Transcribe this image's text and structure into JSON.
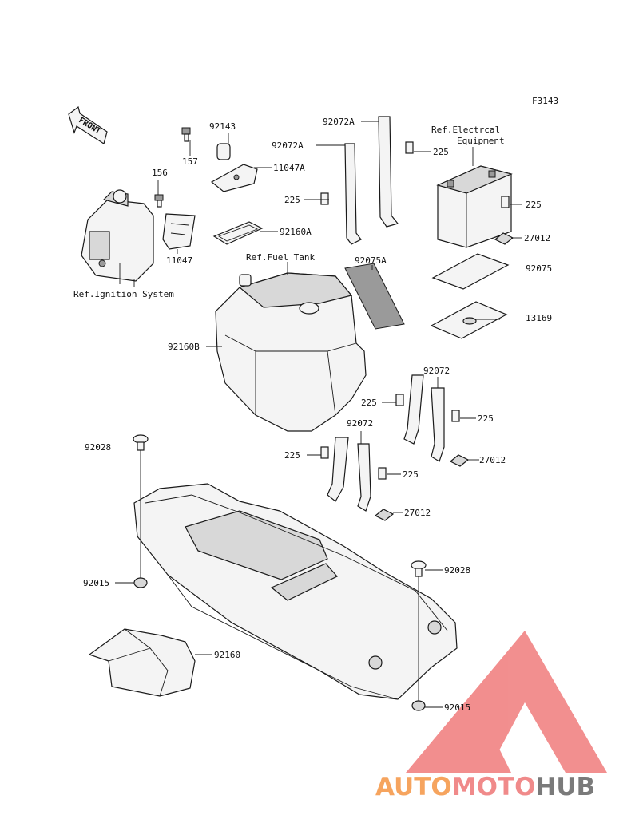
{
  "figure_code": "F3143",
  "front_label": "FRONT",
  "refs": {
    "electrical_1": "Ref.Electrcal",
    "electrical_2": "Equipment",
    "fuel_tank": "Ref.Fuel Tank",
    "ignition": "Ref.Ignition System"
  },
  "labels": {
    "p157": "157",
    "p156": "156",
    "p92143": "92143",
    "p11047A": "11047A",
    "p11047": "11047",
    "p92160A": "92160A",
    "p225_a": "225",
    "p92072A_top": "92072A",
    "p92072A_mid": "92072A",
    "p225_b": "225",
    "p225_c": "225",
    "p27012_a": "27012",
    "p92075A": "92075A",
    "p92075": "92075",
    "p13169": "13169",
    "p92160B": "92160B",
    "p92072_a": "92072",
    "p225_d": "225",
    "p225_e": "225",
    "p27012_b": "27012",
    "p92072_b": "92072",
    "p225_f": "225",
    "p225_g": "225",
    "p27012_c": "27012",
    "p92028_a": "92028",
    "p92015_a": "92015",
    "p92028_b": "92028",
    "p92015_b": "92015",
    "p92160": "92160"
  },
  "watermark": {
    "part1": "AUTO",
    "part2": "MOTO",
    "part3": "HUB",
    "color1": "#f6a45e",
    "color2": "#f08a8a",
    "color3": "#7a7a7a",
    "logo_color": "#f07b7b"
  }
}
